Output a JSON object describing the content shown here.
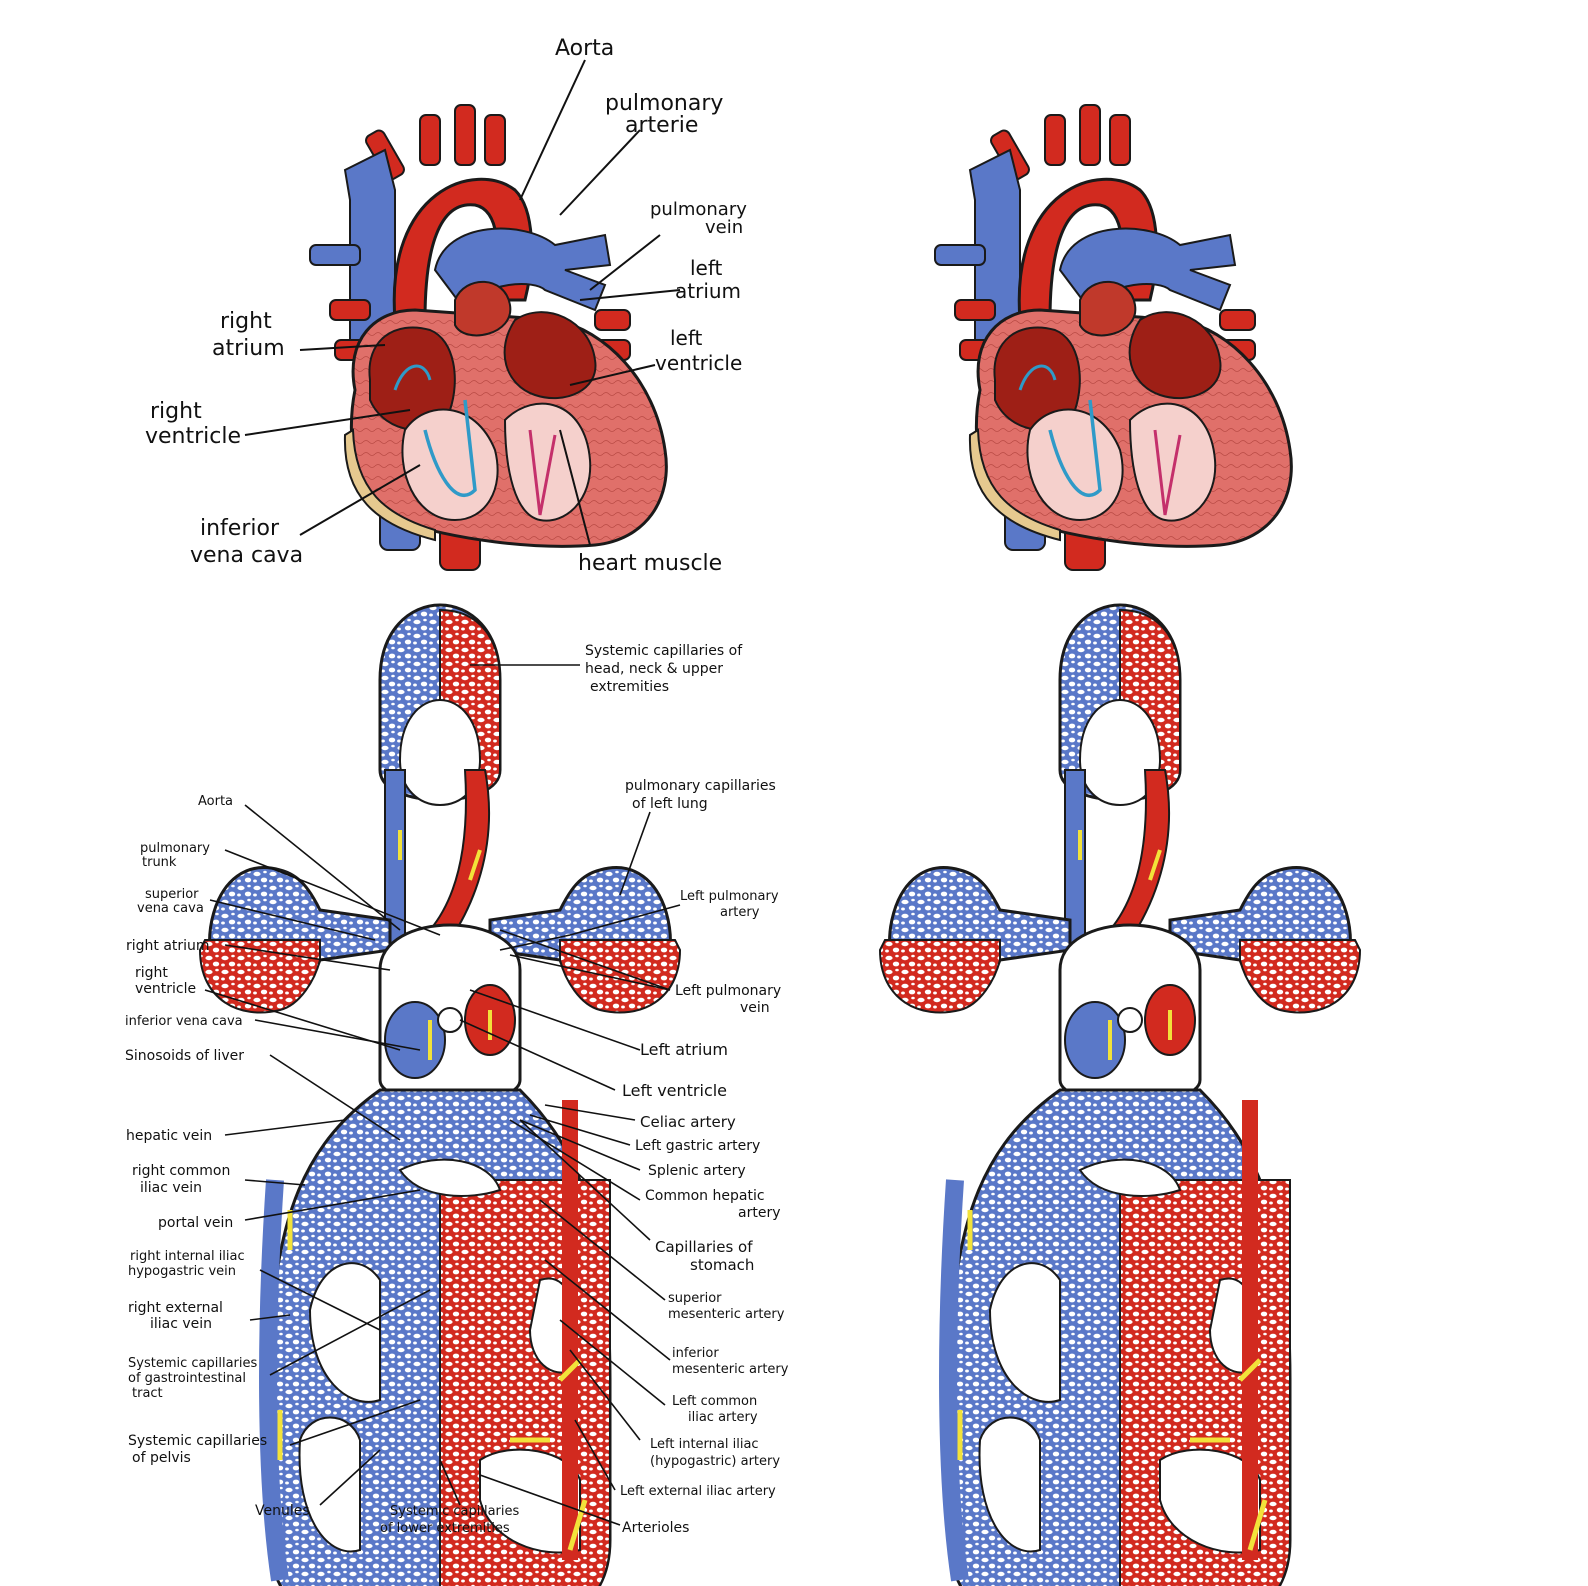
{
  "colors": {
    "oxygenated": "#d22a1f",
    "deoxygenated": "#5a78c8",
    "muscle": "#e0706a",
    "chamber_dark": "#9e1f16",
    "flow_arrow": "#f2e23a",
    "outline": "#1a1a1a"
  },
  "icons": [
    "heart-illustration",
    "circulation-schematic",
    "flow-arrow-icon"
  ],
  "heart_labels": {
    "aorta": "Aorta",
    "pulmonary_arterie": [
      "pulmonary",
      "arterie"
    ],
    "pulmonary_vein": [
      "pulmonary",
      "vein"
    ],
    "left_atrium": [
      "left",
      "atrium"
    ],
    "left_ventricle": [
      "left",
      "ventricle"
    ],
    "right_atrium": [
      "right",
      "atrium"
    ],
    "right_ventricle": [
      "right",
      "ventricle"
    ],
    "inferior_vena_cava": [
      "inferior",
      "vena cava"
    ],
    "heart_muscle": "heart muscle"
  },
  "circulation_labels": {
    "systemic_head": [
      "Systemic capillaries of",
      "head, neck & upper",
      "extremities"
    ],
    "pulmonary_left_lung": [
      "pulmonary capillaries",
      "of left lung"
    ],
    "left_pulmonary_artery": [
      "Left pulmonary",
      "artery"
    ],
    "left_pulmonary_vein": [
      "Left pulmonary",
      "vein"
    ],
    "left_atrium": "Left atrium",
    "left_ventricle": "Left ventricle",
    "celiac_artery": "Celiac artery",
    "left_gastric_artery": "Left gastric artery",
    "splenic_artery": "Splenic artery",
    "common_hepatic_artery": [
      "Common hepatic",
      "artery"
    ],
    "capillaries_stomach": [
      "Capillaries of",
      "stomach"
    ],
    "superior_mesenteric": [
      "superior",
      "mesenteric artery"
    ],
    "inferior_mesenteric": [
      "inferior",
      "mesenteric artery"
    ],
    "left_common_iliac": [
      "Left common",
      "iliac artery"
    ],
    "left_internal_iliac": [
      "Left internal iliac",
      "(hypogastric) artery"
    ],
    "left_external_iliac": "Left external iliac artery",
    "arterioles": "Arterioles",
    "systemic_lower": [
      "Systemic capillaries",
      "of lower extremities"
    ],
    "venules": "Venules",
    "systemic_pelvis": [
      "Systemic capillaries",
      "of pelvis"
    ],
    "systemic_gi": [
      "Systemic capillaries",
      "of gastrointestinal",
      "tract"
    ],
    "right_external_iliac_vein": [
      "right external",
      "iliac vein"
    ],
    "right_internal_iliac": [
      "right internal iliac",
      "hypogastric vein"
    ],
    "portal_vein": "portal vein",
    "right_common_iliac_vein": [
      "right common",
      "iliac vein"
    ],
    "hepatic_vein": "hepatic vein",
    "sinusoids_liver": "Sinosoids of liver",
    "inferior_vena_cava": "inferior vena cava",
    "right_ventricle": [
      "right",
      "ventricle"
    ],
    "right_atrium": "right atrium",
    "superior_vena_cava": [
      "superior",
      "vena cava"
    ],
    "pulmonary_trunk": [
      "pulmonary",
      "trunk"
    ],
    "aorta": "Aorta"
  }
}
